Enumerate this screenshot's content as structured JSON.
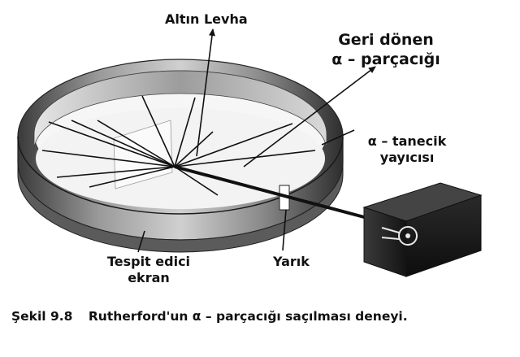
{
  "labels": {
    "gold_foil": "Altın Levha",
    "returning_line1": "Geri dönen",
    "returning_line2": "α – parçacığı",
    "emitter_line1": "α – tanecik",
    "emitter_line2": "yayıcısı",
    "screen_line1": "Tespit edici",
    "screen_line2": "ekran",
    "slit": "Yarık"
  },
  "caption": {
    "number": "Şekil 9.8",
    "text": "Rutherford'un α – parçacığı saçılması deneyi."
  },
  "colors": {
    "ink": "#111111",
    "ring_outer": "#6a6a6a",
    "ring_inner": "#bdbdbd",
    "box": "#1c1c1c",
    "floor": "#f2f2f2"
  }
}
